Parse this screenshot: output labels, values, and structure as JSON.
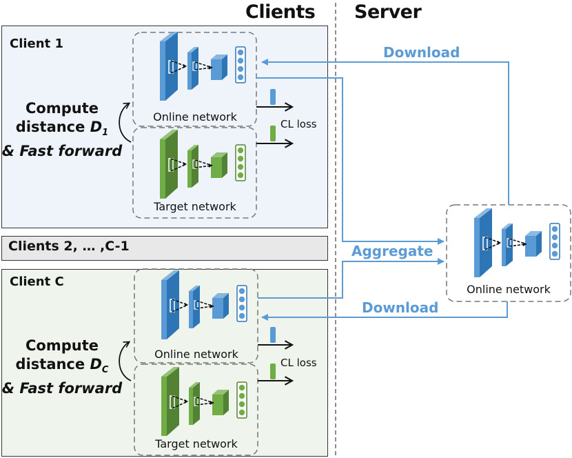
{
  "headers": {
    "clients": "Clients",
    "server": "Server"
  },
  "client1": {
    "title": "Client 1",
    "compute_line1": "Compute",
    "compute_line2": "distance ",
    "compute_var": "D",
    "compute_sub": "1",
    "compute_line3": "& Fast forward",
    "online_label": "Online network",
    "target_label": "Target network",
    "loss_label": "CL loss"
  },
  "clients_middle": {
    "title": "Clients 2, … ,C-1"
  },
  "clientC": {
    "title": "Client C",
    "compute_line1": "Compute",
    "compute_line2": "distance ",
    "compute_var": "D",
    "compute_sub": "C",
    "compute_line3": "& Fast forward",
    "online_label": "Online network",
    "target_label": "Target network",
    "loss_label": "CL loss"
  },
  "server": {
    "online_label": "Online network"
  },
  "flows": {
    "download_top": "Download",
    "aggregate": "Aggregate",
    "download_bottom": "Download"
  },
  "colors": {
    "online_blue": "#5b9bd5",
    "online_blue_dark": "#2e75b6",
    "target_green": "#70ad47",
    "target_green_dark": "#548235",
    "flow_blue": "#5b9bd5",
    "client1_bg": "#eef4fa",
    "clientC_bg": "#eff5ec",
    "middle_bg": "#e8e8e8"
  }
}
